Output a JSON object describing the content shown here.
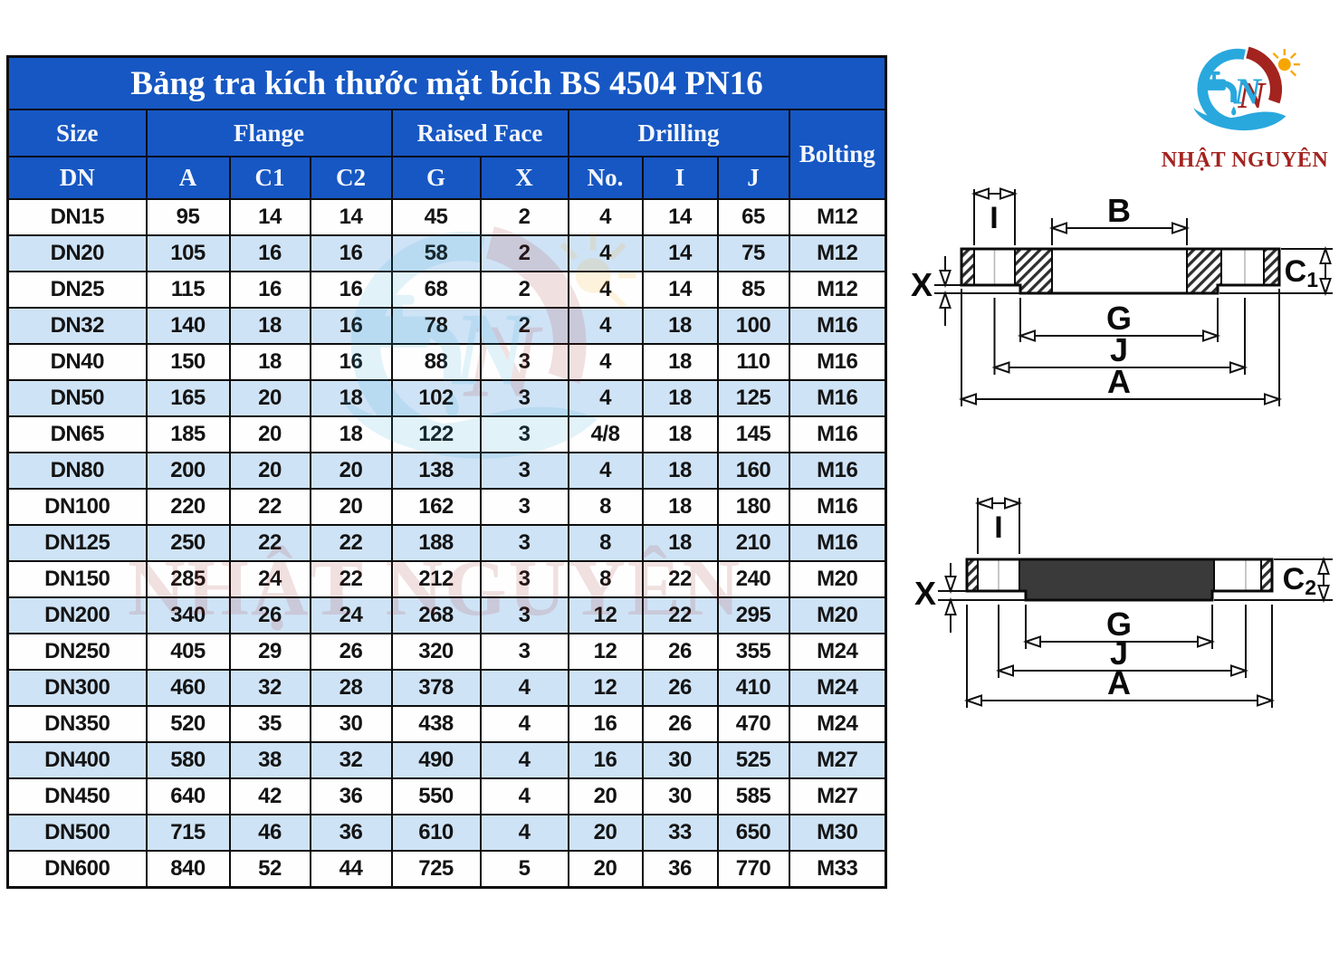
{
  "title": "Bảng tra kích thước mặt bích BS 4504 PN16",
  "table": {
    "groups": {
      "size": "Size",
      "flange": "Flange",
      "raised_face": "Raised Face",
      "drilling": "Drilling",
      "bolting": "Bolting"
    },
    "columns": [
      "DN",
      "A",
      "C1",
      "C2",
      "G",
      "X",
      "No.",
      "I",
      "J"
    ],
    "rows": [
      [
        "DN15",
        "95",
        "14",
        "14",
        "45",
        "2",
        "4",
        "14",
        "65",
        "M12"
      ],
      [
        "DN20",
        "105",
        "16",
        "16",
        "58",
        "2",
        "4",
        "14",
        "75",
        "M12"
      ],
      [
        "DN25",
        "115",
        "16",
        "16",
        "68",
        "2",
        "4",
        "14",
        "85",
        "M12"
      ],
      [
        "DN32",
        "140",
        "18",
        "16",
        "78",
        "2",
        "4",
        "18",
        "100",
        "M16"
      ],
      [
        "DN40",
        "150",
        "18",
        "16",
        "88",
        "3",
        "4",
        "18",
        "110",
        "M16"
      ],
      [
        "DN50",
        "165",
        "20",
        "18",
        "102",
        "3",
        "4",
        "18",
        "125",
        "M16"
      ],
      [
        "DN65",
        "185",
        "20",
        "18",
        "122",
        "3",
        "4/8",
        "18",
        "145",
        "M16"
      ],
      [
        "DN80",
        "200",
        "20",
        "20",
        "138",
        "3",
        "4",
        "18",
        "160",
        "M16"
      ],
      [
        "DN100",
        "220",
        "22",
        "20",
        "162",
        "3",
        "8",
        "18",
        "180",
        "M16"
      ],
      [
        "DN125",
        "250",
        "22",
        "22",
        "188",
        "3",
        "8",
        "18",
        "210",
        "M16"
      ],
      [
        "DN150",
        "285",
        "24",
        "22",
        "212",
        "3",
        "8",
        "22",
        "240",
        "M20"
      ],
      [
        "DN200",
        "340",
        "26",
        "24",
        "268",
        "3",
        "12",
        "22",
        "295",
        "M20"
      ],
      [
        "DN250",
        "405",
        "29",
        "26",
        "320",
        "3",
        "12",
        "26",
        "355",
        "M24"
      ],
      [
        "DN300",
        "460",
        "32",
        "28",
        "378",
        "4",
        "12",
        "26",
        "410",
        "M24"
      ],
      [
        "DN350",
        "520",
        "35",
        "30",
        "438",
        "4",
        "16",
        "26",
        "470",
        "M24"
      ],
      [
        "DN400",
        "580",
        "38",
        "32",
        "490",
        "4",
        "16",
        "30",
        "525",
        "M27"
      ],
      [
        "DN450",
        "640",
        "42",
        "36",
        "550",
        "4",
        "20",
        "30",
        "585",
        "M27"
      ],
      [
        "DN500",
        "715",
        "46",
        "36",
        "610",
        "4",
        "20",
        "33",
        "650",
        "M30"
      ],
      [
        "DN600",
        "840",
        "52",
        "44",
        "725",
        "5",
        "20",
        "36",
        "770",
        "M33"
      ]
    ]
  },
  "logo": {
    "company_name": "NHẬT NGUYÊN",
    "monogram": "N"
  },
  "diagram_top": {
    "i": "I",
    "b": "B",
    "x": "X",
    "c": "C",
    "c_sub": "1",
    "g": "G",
    "j": "J",
    "a": "A"
  },
  "diagram_bottom": {
    "i": "I",
    "x": "X",
    "c": "C",
    "c_sub": "2",
    "g": "G",
    "j": "J",
    "a": "A"
  },
  "colors": {
    "header_blue": "#1657c3",
    "row_alt_blue": "#cfe3f6",
    "logo_blue": "#29a8de",
    "logo_red": "#a3231f",
    "sun_orange": "#f7a600",
    "blind_fill": "#3a3a3a"
  }
}
